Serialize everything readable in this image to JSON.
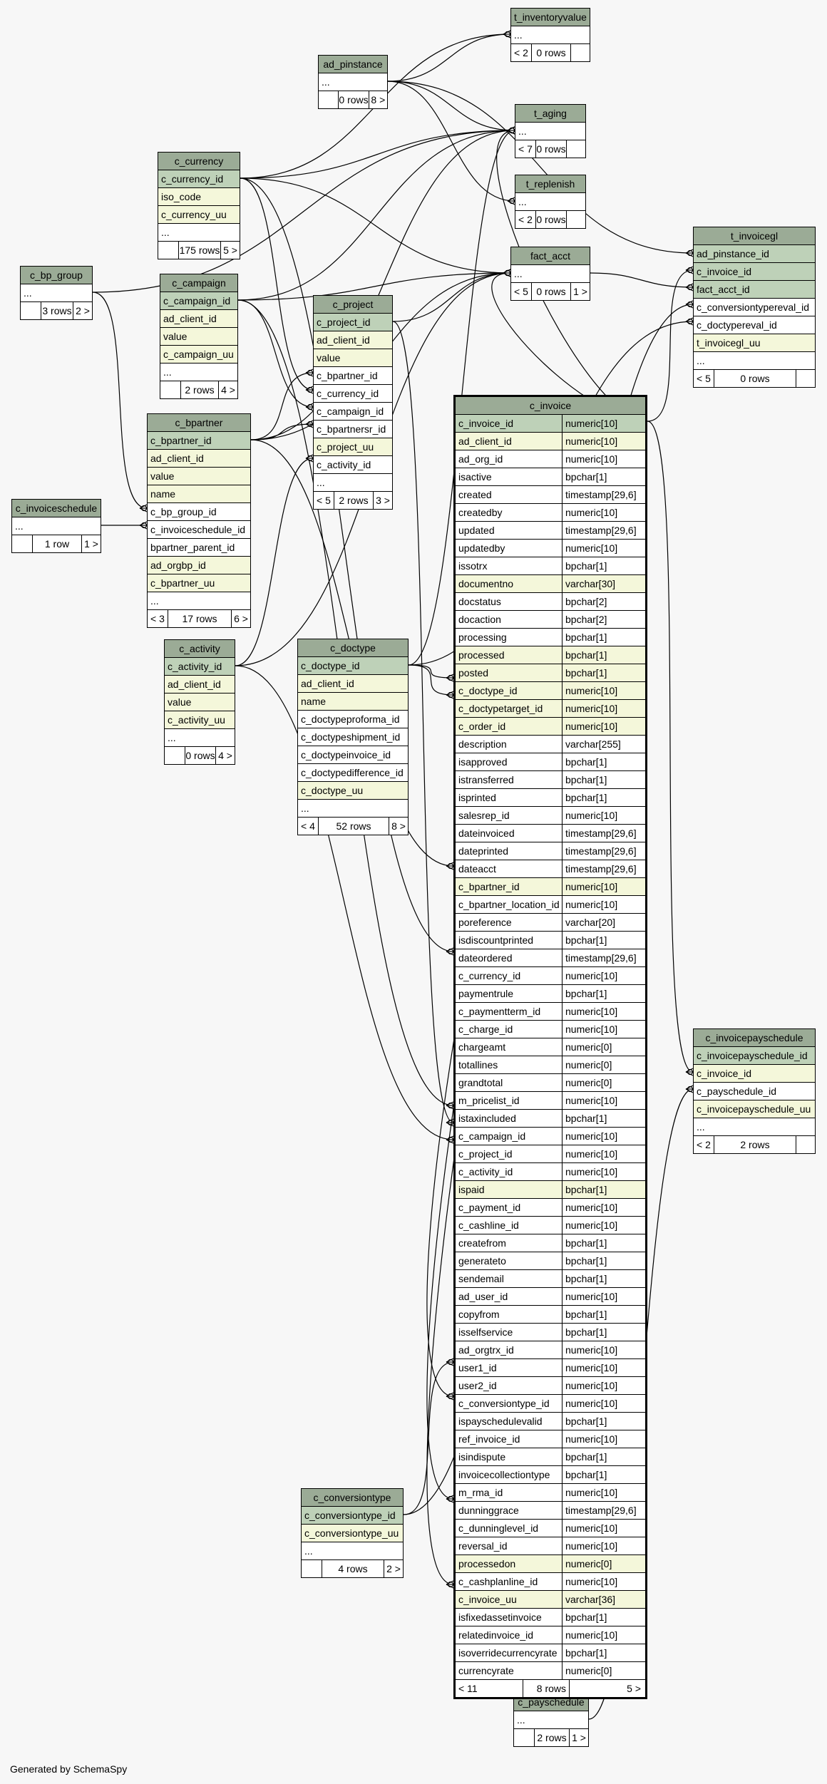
{
  "footer": "Generated by SchemaSpy",
  "tables": [
    {
      "id": "t_inventoryvalue",
      "title": "t_inventoryvalue",
      "rows": [
        {
          "t": "..."
        }
      ],
      "foot": [
        "< 2",
        "0 rows",
        ""
      ]
    },
    {
      "id": "ad_pinstance",
      "title": "ad_pinstance",
      "rows": [
        {
          "t": "..."
        }
      ],
      "foot": [
        "",
        "0 rows",
        "8 >"
      ]
    },
    {
      "id": "t_aging",
      "title": "t_aging",
      "rows": [
        {
          "t": "..."
        }
      ],
      "foot": [
        "< 7",
        "0 rows",
        ""
      ]
    },
    {
      "id": "t_replenish",
      "title": "t_replenish",
      "rows": [
        {
          "t": "..."
        }
      ],
      "foot": [
        "< 2",
        "0 rows",
        ""
      ]
    },
    {
      "id": "c_currency",
      "title": "c_currency",
      "rows": [
        {
          "t": "c_currency_id",
          "k": "pk"
        },
        {
          "t": "iso_code",
          "k": "fk"
        },
        {
          "t": "c_currency_uu",
          "k": "fk"
        },
        {
          "t": "..."
        }
      ],
      "foot": [
        "",
        "175 rows",
        "5 >"
      ]
    },
    {
      "id": "fact_acct",
      "title": "fact_acct",
      "rows": [
        {
          "t": "..."
        }
      ],
      "foot": [
        "< 5",
        "0 rows",
        "1 >"
      ]
    },
    {
      "id": "t_invoicegl",
      "title": "t_invoicegl",
      "rows": [
        {
          "t": "ad_pinstance_id",
          "k": "pk"
        },
        {
          "t": "c_invoice_id",
          "k": "pk"
        },
        {
          "t": "fact_acct_id",
          "k": "pk"
        },
        {
          "t": "c_conversiontypereval_id"
        },
        {
          "t": "c_doctypereval_id"
        },
        {
          "t": "t_invoicegl_uu",
          "k": "fk"
        },
        {
          "t": "..."
        }
      ],
      "foot": [
        "< 5",
        "0 rows",
        ""
      ]
    },
    {
      "id": "c_bp_group",
      "title": "c_bp_group",
      "rows": [
        {
          "t": "..."
        }
      ],
      "foot": [
        "",
        "3 rows",
        "2 >"
      ]
    },
    {
      "id": "c_campaign",
      "title": "c_campaign",
      "rows": [
        {
          "t": "c_campaign_id",
          "k": "pk"
        },
        {
          "t": "ad_client_id",
          "k": "fk"
        },
        {
          "t": "value",
          "k": "fk"
        },
        {
          "t": "c_campaign_uu",
          "k": "fk"
        },
        {
          "t": "..."
        }
      ],
      "foot": [
        "",
        "2 rows",
        "4 >"
      ]
    },
    {
      "id": "c_project",
      "title": "c_project",
      "rows": [
        {
          "t": "c_project_id",
          "k": "pk"
        },
        {
          "t": "ad_client_id",
          "k": "fk"
        },
        {
          "t": "value",
          "k": "fk"
        },
        {
          "t": "c_bpartner_id"
        },
        {
          "t": "c_currency_id"
        },
        {
          "t": "c_campaign_id"
        },
        {
          "t": "c_bpartnersr_id"
        },
        {
          "t": "c_project_uu",
          "k": "fk"
        },
        {
          "t": "c_activity_id"
        },
        {
          "t": "..."
        }
      ],
      "foot": [
        "< 5",
        "2 rows",
        "3 >"
      ]
    },
    {
      "id": "c_bpartner",
      "title": "c_bpartner",
      "rows": [
        {
          "t": "c_bpartner_id",
          "k": "pk"
        },
        {
          "t": "ad_client_id",
          "k": "fk"
        },
        {
          "t": "value",
          "k": "fk"
        },
        {
          "t": "name",
          "k": "fk"
        },
        {
          "t": "c_bp_group_id"
        },
        {
          "t": "c_invoiceschedule_id"
        },
        {
          "t": "bpartner_parent_id"
        },
        {
          "t": "ad_orgbp_id",
          "k": "fk"
        },
        {
          "t": "c_bpartner_uu",
          "k": "fk"
        },
        {
          "t": "..."
        }
      ],
      "foot": [
        "< 3",
        "17 rows",
        "6 >"
      ]
    },
    {
      "id": "c_invoiceschedule",
      "title": "c_invoiceschedule",
      "rows": [
        {
          "t": "..."
        }
      ],
      "foot": [
        "",
        "1 row",
        "1 >"
      ]
    },
    {
      "id": "c_activity",
      "title": "c_activity",
      "rows": [
        {
          "t": "c_activity_id",
          "k": "pk"
        },
        {
          "t": "ad_client_id",
          "k": "fk"
        },
        {
          "t": "value",
          "k": "fk"
        },
        {
          "t": "c_activity_uu",
          "k": "fk"
        },
        {
          "t": "..."
        }
      ],
      "foot": [
        "",
        "0 rows",
        "4 >"
      ]
    },
    {
      "id": "c_doctype",
      "title": "c_doctype",
      "rows": [
        {
          "t": "c_doctype_id",
          "k": "pk"
        },
        {
          "t": "ad_client_id",
          "k": "fk"
        },
        {
          "t": "name",
          "k": "fk"
        },
        {
          "t": "c_doctypeproforma_id"
        },
        {
          "t": "c_doctypeshipment_id"
        },
        {
          "t": "c_doctypeinvoice_id"
        },
        {
          "t": "c_doctypedifference_id"
        },
        {
          "t": "c_doctype_uu",
          "k": "fk"
        },
        {
          "t": "..."
        }
      ],
      "foot": [
        "< 4",
        "52 rows",
        "8 >"
      ]
    },
    {
      "id": "c_invoicepayschedule",
      "title": "c_invoicepayschedule",
      "rows": [
        {
          "t": "c_invoicepayschedule_id",
          "k": "pk"
        },
        {
          "t": "c_invoice_id",
          "k": "fk"
        },
        {
          "t": "c_payschedule_id"
        },
        {
          "t": "c_invoicepayschedule_uu",
          "k": "fk"
        },
        {
          "t": "..."
        }
      ],
      "foot": [
        "< 2",
        "2 rows",
        ""
      ]
    },
    {
      "id": "c_conversiontype",
      "title": "c_conversiontype",
      "rows": [
        {
          "t": "c_conversiontype_id",
          "k": "pk"
        },
        {
          "t": "c_conversiontype_uu",
          "k": "fk"
        },
        {
          "t": "..."
        }
      ],
      "foot": [
        "",
        "4 rows",
        "2 >"
      ]
    },
    {
      "id": "c_payschedule",
      "title": "c_payschedule",
      "rows": [
        {
          "t": "..."
        }
      ],
      "foot": [
        "",
        "2 rows",
        "1 >"
      ]
    },
    {
      "id": "c_invoice",
      "title": "c_invoice",
      "main": true,
      "rows": [
        {
          "t": "c_invoice_id",
          "ty": "numeric[10]",
          "k": "pk"
        },
        {
          "t": "ad_client_id",
          "ty": "numeric[10]",
          "k": "fk"
        },
        {
          "t": "ad_org_id",
          "ty": "numeric[10]"
        },
        {
          "t": "isactive",
          "ty": "bpchar[1]"
        },
        {
          "t": "created",
          "ty": "timestamp[29,6]"
        },
        {
          "t": "createdby",
          "ty": "numeric[10]"
        },
        {
          "t": "updated",
          "ty": "timestamp[29,6]"
        },
        {
          "t": "updatedby",
          "ty": "numeric[10]"
        },
        {
          "t": "issotrx",
          "ty": "bpchar[1]"
        },
        {
          "t": "documentno",
          "ty": "varchar[30]",
          "k": "fk"
        },
        {
          "t": "docstatus",
          "ty": "bpchar[2]"
        },
        {
          "t": "docaction",
          "ty": "bpchar[2]"
        },
        {
          "t": "processing",
          "ty": "bpchar[1]"
        },
        {
          "t": "processed",
          "ty": "bpchar[1]",
          "k": "fk"
        },
        {
          "t": "posted",
          "ty": "bpchar[1]",
          "k": "fk"
        },
        {
          "t": "c_doctype_id",
          "ty": "numeric[10]",
          "k": "fk"
        },
        {
          "t": "c_doctypetarget_id",
          "ty": "numeric[10]",
          "k": "fk"
        },
        {
          "t": "c_order_id",
          "ty": "numeric[10]",
          "k": "fk"
        },
        {
          "t": "description",
          "ty": "varchar[255]"
        },
        {
          "t": "isapproved",
          "ty": "bpchar[1]"
        },
        {
          "t": "istransferred",
          "ty": "bpchar[1]"
        },
        {
          "t": "isprinted",
          "ty": "bpchar[1]"
        },
        {
          "t": "salesrep_id",
          "ty": "numeric[10]"
        },
        {
          "t": "dateinvoiced",
          "ty": "timestamp[29,6]"
        },
        {
          "t": "dateprinted",
          "ty": "timestamp[29,6]"
        },
        {
          "t": "dateacct",
          "ty": "timestamp[29,6]"
        },
        {
          "t": "c_bpartner_id",
          "ty": "numeric[10]",
          "k": "fk"
        },
        {
          "t": "c_bpartner_location_id",
          "ty": "numeric[10]"
        },
        {
          "t": "poreference",
          "ty": "varchar[20]"
        },
        {
          "t": "isdiscountprinted",
          "ty": "bpchar[1]"
        },
        {
          "t": "dateordered",
          "ty": "timestamp[29,6]"
        },
        {
          "t": "c_currency_id",
          "ty": "numeric[10]"
        },
        {
          "t": "paymentrule",
          "ty": "bpchar[1]"
        },
        {
          "t": "c_paymentterm_id",
          "ty": "numeric[10]"
        },
        {
          "t": "c_charge_id",
          "ty": "numeric[10]"
        },
        {
          "t": "chargeamt",
          "ty": "numeric[0]"
        },
        {
          "t": "totallines",
          "ty": "numeric[0]"
        },
        {
          "t": "grandtotal",
          "ty": "numeric[0]"
        },
        {
          "t": "m_pricelist_id",
          "ty": "numeric[10]"
        },
        {
          "t": "istaxincluded",
          "ty": "bpchar[1]"
        },
        {
          "t": "c_campaign_id",
          "ty": "numeric[10]"
        },
        {
          "t": "c_project_id",
          "ty": "numeric[10]"
        },
        {
          "t": "c_activity_id",
          "ty": "numeric[10]"
        },
        {
          "t": "ispaid",
          "ty": "bpchar[1]",
          "k": "fk"
        },
        {
          "t": "c_payment_id",
          "ty": "numeric[10]"
        },
        {
          "t": "c_cashline_id",
          "ty": "numeric[10]"
        },
        {
          "t": "createfrom",
          "ty": "bpchar[1]"
        },
        {
          "t": "generateto",
          "ty": "bpchar[1]"
        },
        {
          "t": "sendemail",
          "ty": "bpchar[1]"
        },
        {
          "t": "ad_user_id",
          "ty": "numeric[10]"
        },
        {
          "t": "copyfrom",
          "ty": "bpchar[1]"
        },
        {
          "t": "isselfservice",
          "ty": "bpchar[1]"
        },
        {
          "t": "ad_orgtrx_id",
          "ty": "numeric[10]"
        },
        {
          "t": "user1_id",
          "ty": "numeric[10]"
        },
        {
          "t": "user2_id",
          "ty": "numeric[10]"
        },
        {
          "t": "c_conversiontype_id",
          "ty": "numeric[10]"
        },
        {
          "t": "ispayschedulevalid",
          "ty": "bpchar[1]"
        },
        {
          "t": "ref_invoice_id",
          "ty": "numeric[10]"
        },
        {
          "t": "isindispute",
          "ty": "bpchar[1]"
        },
        {
          "t": "invoicecollectiontype",
          "ty": "bpchar[1]"
        },
        {
          "t": "m_rma_id",
          "ty": "numeric[10]"
        },
        {
          "t": "dunninggrace",
          "ty": "timestamp[29,6]"
        },
        {
          "t": "c_dunninglevel_id",
          "ty": "numeric[10]"
        },
        {
          "t": "reversal_id",
          "ty": "numeric[10]"
        },
        {
          "t": "processedon",
          "ty": "numeric[0]",
          "k": "fk"
        },
        {
          "t": "c_cashplanline_id",
          "ty": "numeric[10]"
        },
        {
          "t": "c_invoice_uu",
          "ty": "varchar[36]",
          "k": "fk"
        },
        {
          "t": "isfixedassetinvoice",
          "ty": "bpchar[1]"
        },
        {
          "t": "relatedinvoice_id",
          "ty": "numeric[10]"
        },
        {
          "t": "isoverridecurrencyrate",
          "ty": "bpchar[1]"
        },
        {
          "t": "currencyrate",
          "ty": "numeric[0]"
        }
      ],
      "foot": [
        "< 11",
        "8 rows",
        "5 >"
      ]
    }
  ]
}
